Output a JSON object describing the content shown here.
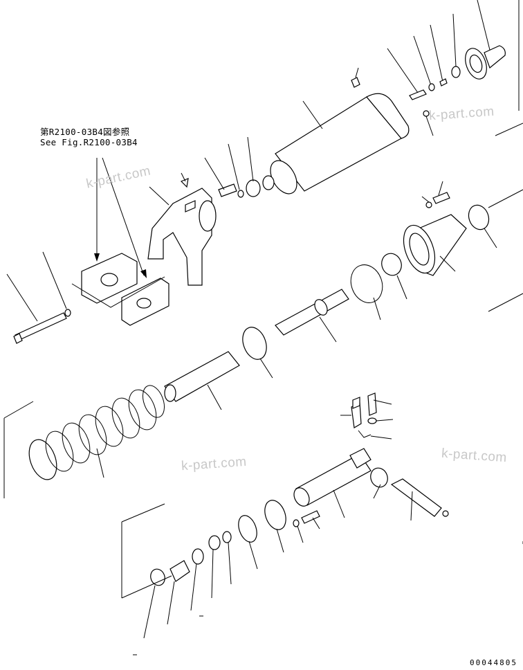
{
  "reference_note": {
    "japanese": "第R2100-03B4図参照",
    "english": "See Fig.R2100-03B4"
  },
  "watermark": "k-part.com",
  "drawing_code": "00044805"
}
